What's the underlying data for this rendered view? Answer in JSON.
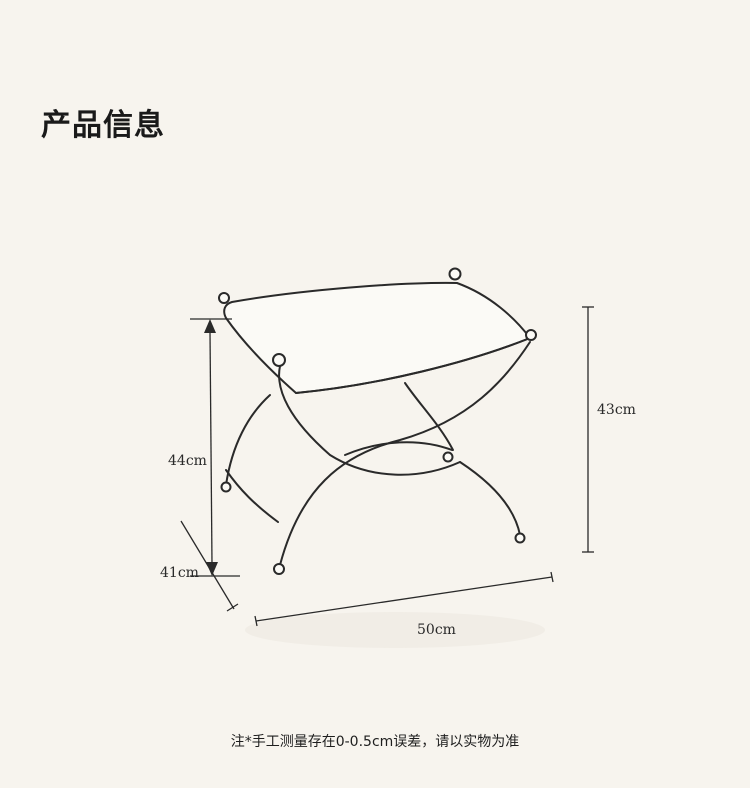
{
  "page": {
    "title": "产品信息",
    "footnote": "注*手工测量存在0-0.5cm误差，请以实物为准"
  },
  "dimensions": {
    "seat_height": "44cm",
    "depth": "41cm",
    "width": "50cm",
    "overall_height": "43cm"
  },
  "colors": {
    "background": "#f7f4ee",
    "line": "#2a2a2a",
    "seat_fill": "#fbfaf6"
  }
}
